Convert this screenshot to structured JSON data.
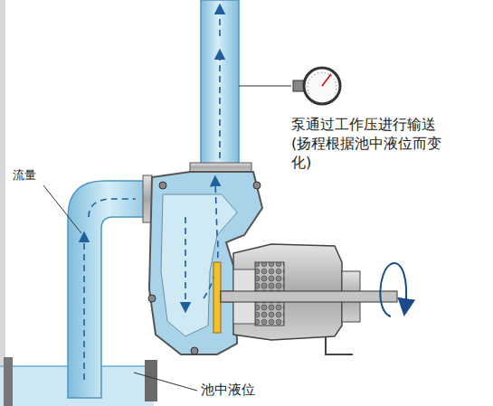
{
  "diagram": {
    "labels": [
      "泵通过工作压进行输送(扬程根据池中液位而变化)",
      "流量",
      "池中液位"
    ]
  }
}
